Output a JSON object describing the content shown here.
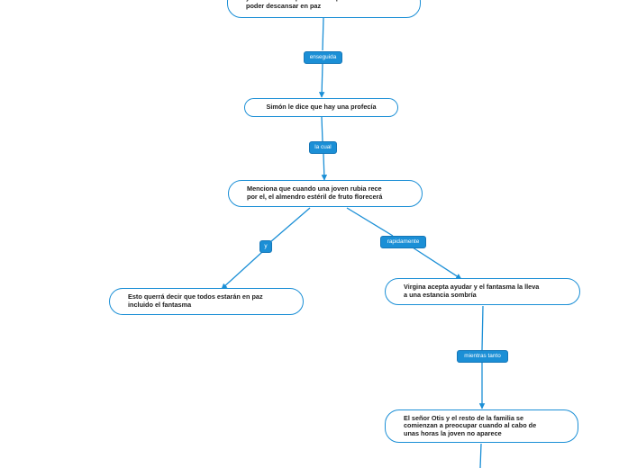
{
  "diagram": {
    "nodes": [
      {
        "id": "n0",
        "text": "y se da cuenta que lo único que el anhela es\npoder descansar en paz"
      },
      {
        "id": "n1",
        "text": "Simón le dice que hay una profecía"
      },
      {
        "id": "n2",
        "text": "Menciona que cuando una joven rubia rece\npor el, el almendro estéril de fruto florecerá"
      },
      {
        "id": "n3",
        "text": "Esto querrá decir que todos estarán en paz\nincluido el fantasma"
      },
      {
        "id": "n4",
        "text": "Virgina acepta ayudar y el fantasma la lleva\na una estancia sombría"
      },
      {
        "id": "n5",
        "text": "El señor Otis y el resto de la familia se\ncomienzan a preocupar cuando al cabo de\nunas horas la joven no aparece"
      }
    ],
    "links": [
      {
        "id": "l0",
        "label": "enseguida",
        "from": "n0",
        "to": "n1"
      },
      {
        "id": "l1",
        "label": "la cual",
        "from": "n1",
        "to": "n2"
      },
      {
        "id": "l2",
        "label": "y",
        "from": "n2",
        "to": "n3"
      },
      {
        "id": "l3",
        "label": "rapidamente",
        "from": "n2",
        "to": "n4"
      },
      {
        "id": "l4",
        "label": "mientras tanto",
        "from": "n4",
        "to": "n5"
      }
    ],
    "colors": {
      "line": "#1b8fd6",
      "label_bg": "#1b8fd6",
      "label_text": "#ffffff",
      "node_border": "#1b8fd6"
    }
  }
}
